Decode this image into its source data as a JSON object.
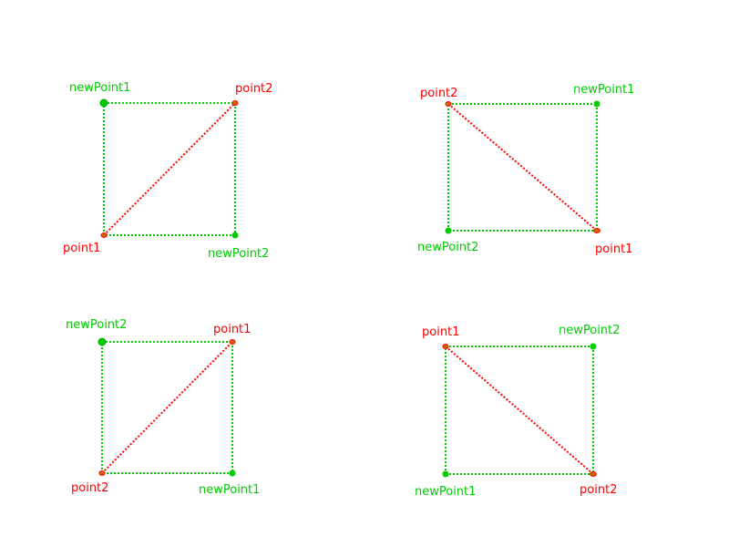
{
  "colors": {
    "point": "#ff0000",
    "new_point": "#00cc00",
    "diagonal": "#ff0000",
    "box_edge": "#00cc00",
    "background": "#ffffff"
  },
  "panels": [
    {
      "point1_label": "point1",
      "point2_label": "point2",
      "new_point1_label": "newPoint1",
      "new_point2_label": "newPoint2"
    },
    {
      "point1_label": "point1",
      "point2_label": "point2",
      "new_point1_label": "newPoint1",
      "new_point2_label": "newPoint2"
    },
    {
      "point1_label": "point1",
      "point2_label": "point2",
      "new_point1_label": "newPoint1",
      "new_point2_label": "newPoint2"
    },
    {
      "point1_label": "point1",
      "point2_label": "point2",
      "new_point1_label": "newPoint1",
      "new_point2_label": "newPoint2"
    }
  ]
}
